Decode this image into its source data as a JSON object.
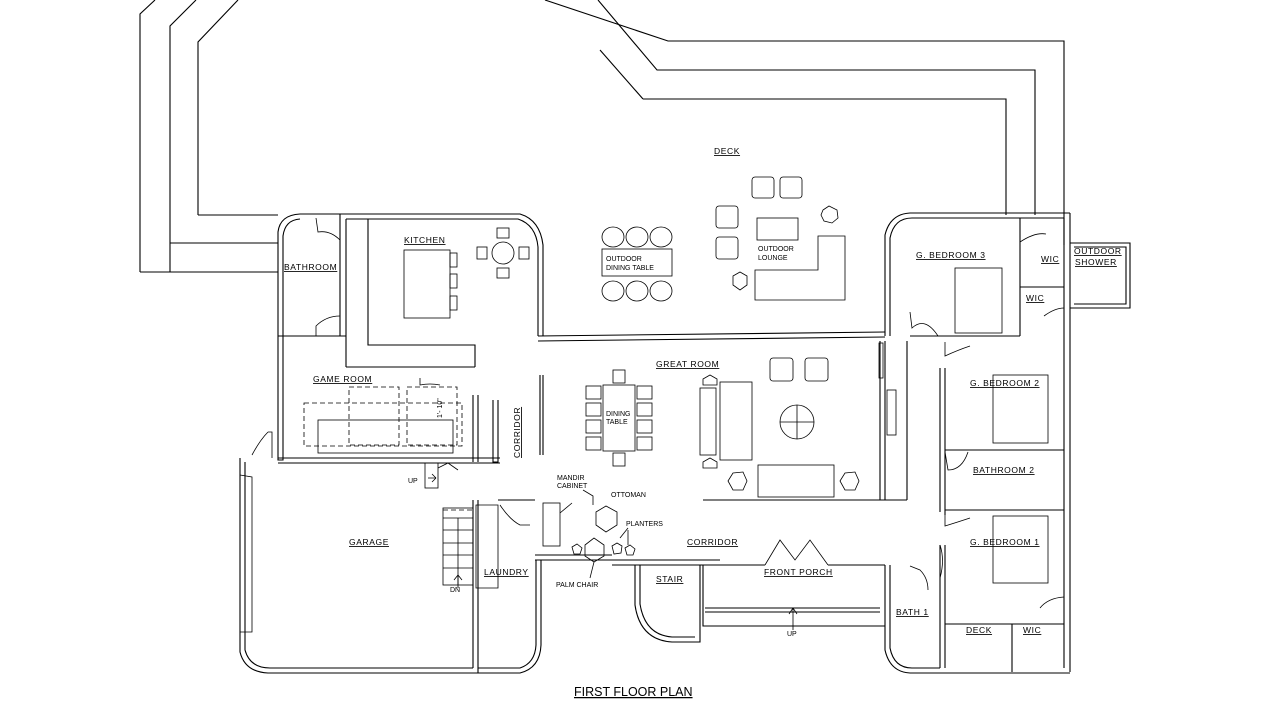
{
  "title": "FIRST FLOOR PLAN",
  "rooms": {
    "deck_top": "DECK",
    "kitchen": "KITCHEN",
    "bathroom": "BATHROOM",
    "outdoor_dining": "OUTDOOR DINING TABLE",
    "outdoor_lounge": "OUTDOOR LOUNGE",
    "g_bedroom_3": "G. BEDROOM 3",
    "wic_top": "WIC",
    "wic_mid": "WIC",
    "outdoor_shower": "OUTDOOR SHOWER",
    "game_room": "GAME ROOM",
    "corridor_vertical": "CORRIDOR",
    "great_room": "GREAT ROOM",
    "dining_table": "DINING TABLE",
    "g_bedroom_2": "G. BEDROOM 2",
    "bathroom_2": "BATHROOM 2",
    "garage": "GARAGE",
    "laundry": "LAUNDRY",
    "mandir_cabinet": "MANDIR CABINET",
    "ottoman": "OTTOMAN",
    "planters": "PLANTERS",
    "palm_chair": "PALM CHAIR",
    "corridor": "CORRIDOR",
    "stair": "STAIR",
    "front_porch": "FRONT PORCH",
    "g_bedroom_1": "G. BEDROOM 1",
    "bath_1": "BATH 1",
    "deck_bottom": "DECK",
    "wic_bottom": "WIC"
  },
  "annotations": {
    "dimension": "1'- 10\"",
    "up_stair": "UP",
    "dn_stair": "DN",
    "up_porch": "UP"
  }
}
